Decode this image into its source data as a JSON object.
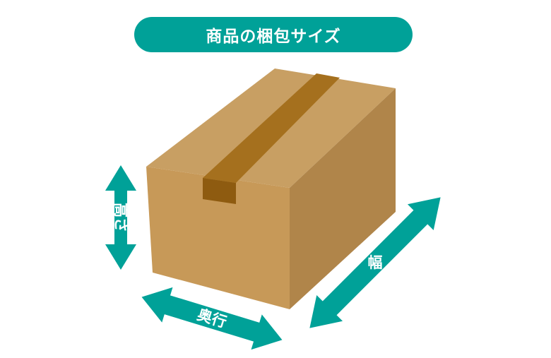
{
  "title": "商品の梱包サイズ",
  "labels": {
    "height": "高さ",
    "depth": "奥行",
    "width": "幅"
  },
  "colors": {
    "accent": "#00a198",
    "box_front": "#c79958",
    "box_top": "#c89f63",
    "box_side": "#b0854a",
    "tape": "#a5701e",
    "tape_end": "#8e5b10"
  }
}
